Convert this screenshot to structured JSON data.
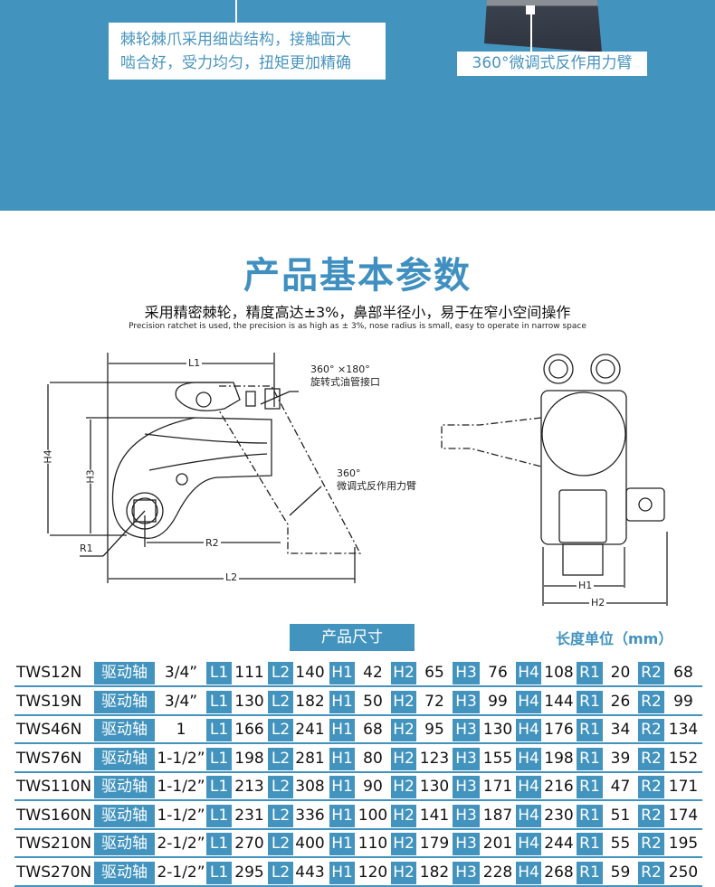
{
  "top": {
    "callout_left": [
      "棘轮棘爪采用细齿结构，接触面大",
      "啮合好，受力均匀，扭矩更加精确"
    ],
    "callout_right": "360°微调式反作用力臂"
  },
  "section": {
    "title": "产品基本参数",
    "subtitle": "采用精密棘轮，精度高达±3%，鼻部半径小，易于在窄小空间操作",
    "subtitle_en": "Precision ratchet is used, the precision is as high as ± 3%, nose radius is small, easy to operate in narrow space"
  },
  "diagram": {
    "labels": {
      "L1": "L1",
      "L2": "L2",
      "H1": "H1",
      "H2": "H2",
      "H3": "H3",
      "H4": "H4",
      "R1": "R1",
      "R2": "R2"
    },
    "note1": [
      "360° ×180°",
      "旋转式油管接口"
    ],
    "note2": [
      "360°",
      "微调式反作用力臂"
    ]
  },
  "table": {
    "title": "产品尺寸",
    "unit": "长度单位（mm）",
    "drive_label": "驱动轴",
    "keys": [
      "L1",
      "L2",
      "H1",
      "H2",
      "H3",
      "H4",
      "R1",
      "R2"
    ],
    "rows": [
      {
        "model": "TWS12N",
        "drive": "3/4”",
        "vals": [
          "111",
          "140",
          "42",
          "65",
          "76",
          "108",
          "20",
          "68"
        ]
      },
      {
        "model": "TWS19N",
        "drive": "3/4”",
        "vals": [
          "130",
          "182",
          "50",
          "72",
          "99",
          "144",
          "26",
          "99"
        ]
      },
      {
        "model": "TWS46N",
        "drive": "1",
        "vals": [
          "166",
          "241",
          "68",
          "95",
          "130",
          "176",
          "34",
          "134"
        ]
      },
      {
        "model": "TWS76N",
        "drive": "1-1/2”",
        "vals": [
          "198",
          "281",
          "80",
          "123",
          "155",
          "198",
          "39",
          "152"
        ]
      },
      {
        "model": "TWS110N",
        "drive": "1-1/2”",
        "vals": [
          "213",
          "308",
          "90",
          "130",
          "171",
          "216",
          "47",
          "171"
        ]
      },
      {
        "model": "TWS160N",
        "drive": "1-1/2”",
        "vals": [
          "231",
          "336",
          "100",
          "141",
          "187",
          "230",
          "51",
          "174"
        ]
      },
      {
        "model": "TWS210N",
        "drive": "2-1/2”",
        "vals": [
          "270",
          "400",
          "110",
          "179",
          "201",
          "244",
          "55",
          "195"
        ]
      },
      {
        "model": "TWS270N",
        "drive": "2-1/2”",
        "vals": [
          "295",
          "443",
          "120",
          "182",
          "228",
          "268",
          "59",
          "250"
        ]
      }
    ]
  }
}
